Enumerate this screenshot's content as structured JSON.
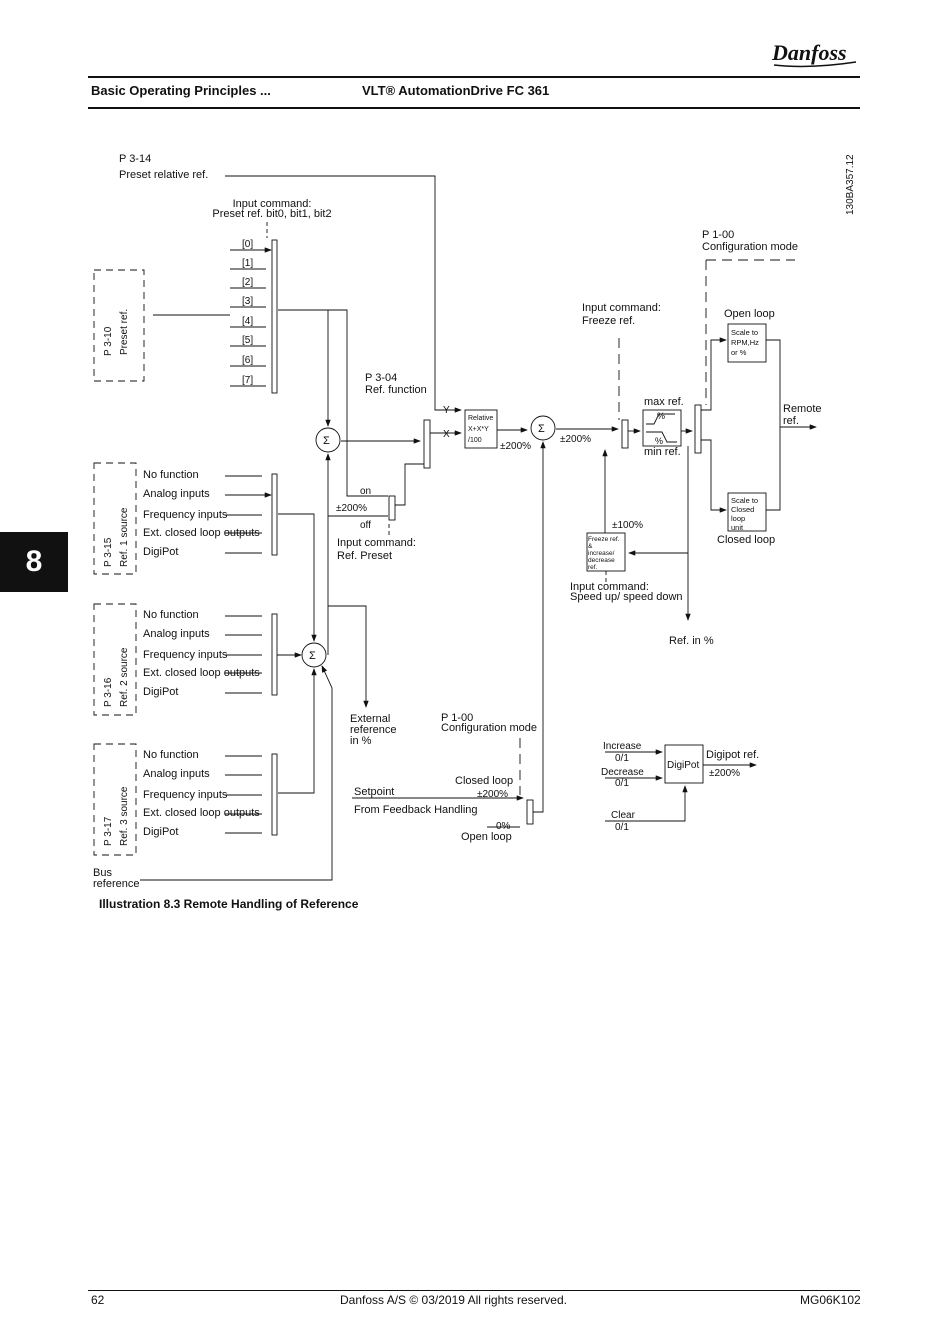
{
  "header": {
    "section": "Basic Operating Principles ...",
    "product": "VLT® AutomationDrive FC 361",
    "logo_text": "Danfoss"
  },
  "chapter_tab": "8",
  "diagram": {
    "drawing_id": "130BA357.12",
    "preset_relative": [
      "P 3-14",
      "Preset relative ref."
    ],
    "input_cmd_preset": [
      "Input command:",
      "Preset ref. bit0, bit1, bit2"
    ],
    "preset_slots": [
      "[0]",
      "[1]",
      "[2]",
      "[3]",
      "[4]",
      "[5]",
      "[6]",
      "[7]"
    ],
    "preset_ref_box": [
      "P 3-10",
      "Preset ref."
    ],
    "ref_function": [
      "P 3-04",
      "Ref. function"
    ],
    "y_label": "Y",
    "x_label": "X",
    "relative_block": [
      "Relative",
      "X+X*Y",
      "/100"
    ],
    "pct200_a": "±200%",
    "pct200_b": "±200%",
    "pct200_c": "±200%",
    "on_label": "on",
    "off_label": "off",
    "input_cmd_ref_preset": [
      "Input command:",
      "Ref. Preset"
    ],
    "sigma": "Σ",
    "input_cmd_freeze": [
      "Input command:",
      "Freeze ref."
    ],
    "max_ref": "max ref.",
    "min_ref": "min ref.",
    "pct_symbol": "%",
    "config_mode_top": [
      "P 1-00",
      "Configuration mode"
    ],
    "open_loop": "Open loop",
    "scale_rpm": [
      "Scale to",
      "RPM,Hz",
      "or %"
    ],
    "remote_ref": [
      "Remote",
      "ref."
    ],
    "scale_closed": [
      "Scale to",
      "Closed",
      "loop",
      "unit"
    ],
    "closed_loop": "Closed loop",
    "freeze_block": [
      "Freeze ref.",
      "&",
      "increase/",
      "decrease",
      "ref."
    ],
    "pct100": "±100%",
    "input_cmd_speed": [
      "Input command:",
      "Speed up/ speed down"
    ],
    "ref_in_pct": "Ref. in %",
    "source_items": [
      "No function",
      "Analog inputs",
      "Frequency inputs",
      "Ext. closed loop outputs",
      "DigiPot"
    ],
    "ref1_box": [
      "P 3-15",
      "Ref. 1 source"
    ],
    "ref2_box": [
      "P 3-16",
      "Ref. 2 source"
    ],
    "ref3_box": [
      "P 3-17",
      "Ref. 3 source"
    ],
    "external_ref": [
      "External",
      "reference",
      "in %"
    ],
    "config_mode_bottom": [
      "P 1-00",
      "Configuration mode"
    ],
    "setpoint": "Setpoint",
    "from_feedback": "From Feedback Handling",
    "closed_loop_b": "Closed loop",
    "pct200_d": "±200%",
    "zero_pct": "0%",
    "open_loop_b": "Open loop",
    "bus_reference": [
      "Bus",
      "reference"
    ],
    "digipot": {
      "increase": "Increase",
      "increase_val": "0/1",
      "decrease": "Decrease",
      "decrease_val": "0/1",
      "clear": "Clear",
      "clear_val": "0/1",
      "block": "DigiPot",
      "out_label": "Digipot ref.",
      "out_pct": "±200%"
    }
  },
  "caption": "Illustration 8.3 Remote Handling of Reference",
  "footer": {
    "page": "62",
    "copyright": "Danfoss A/S © 03/2019 All rights reserved.",
    "doc_code": "MG06K102"
  }
}
